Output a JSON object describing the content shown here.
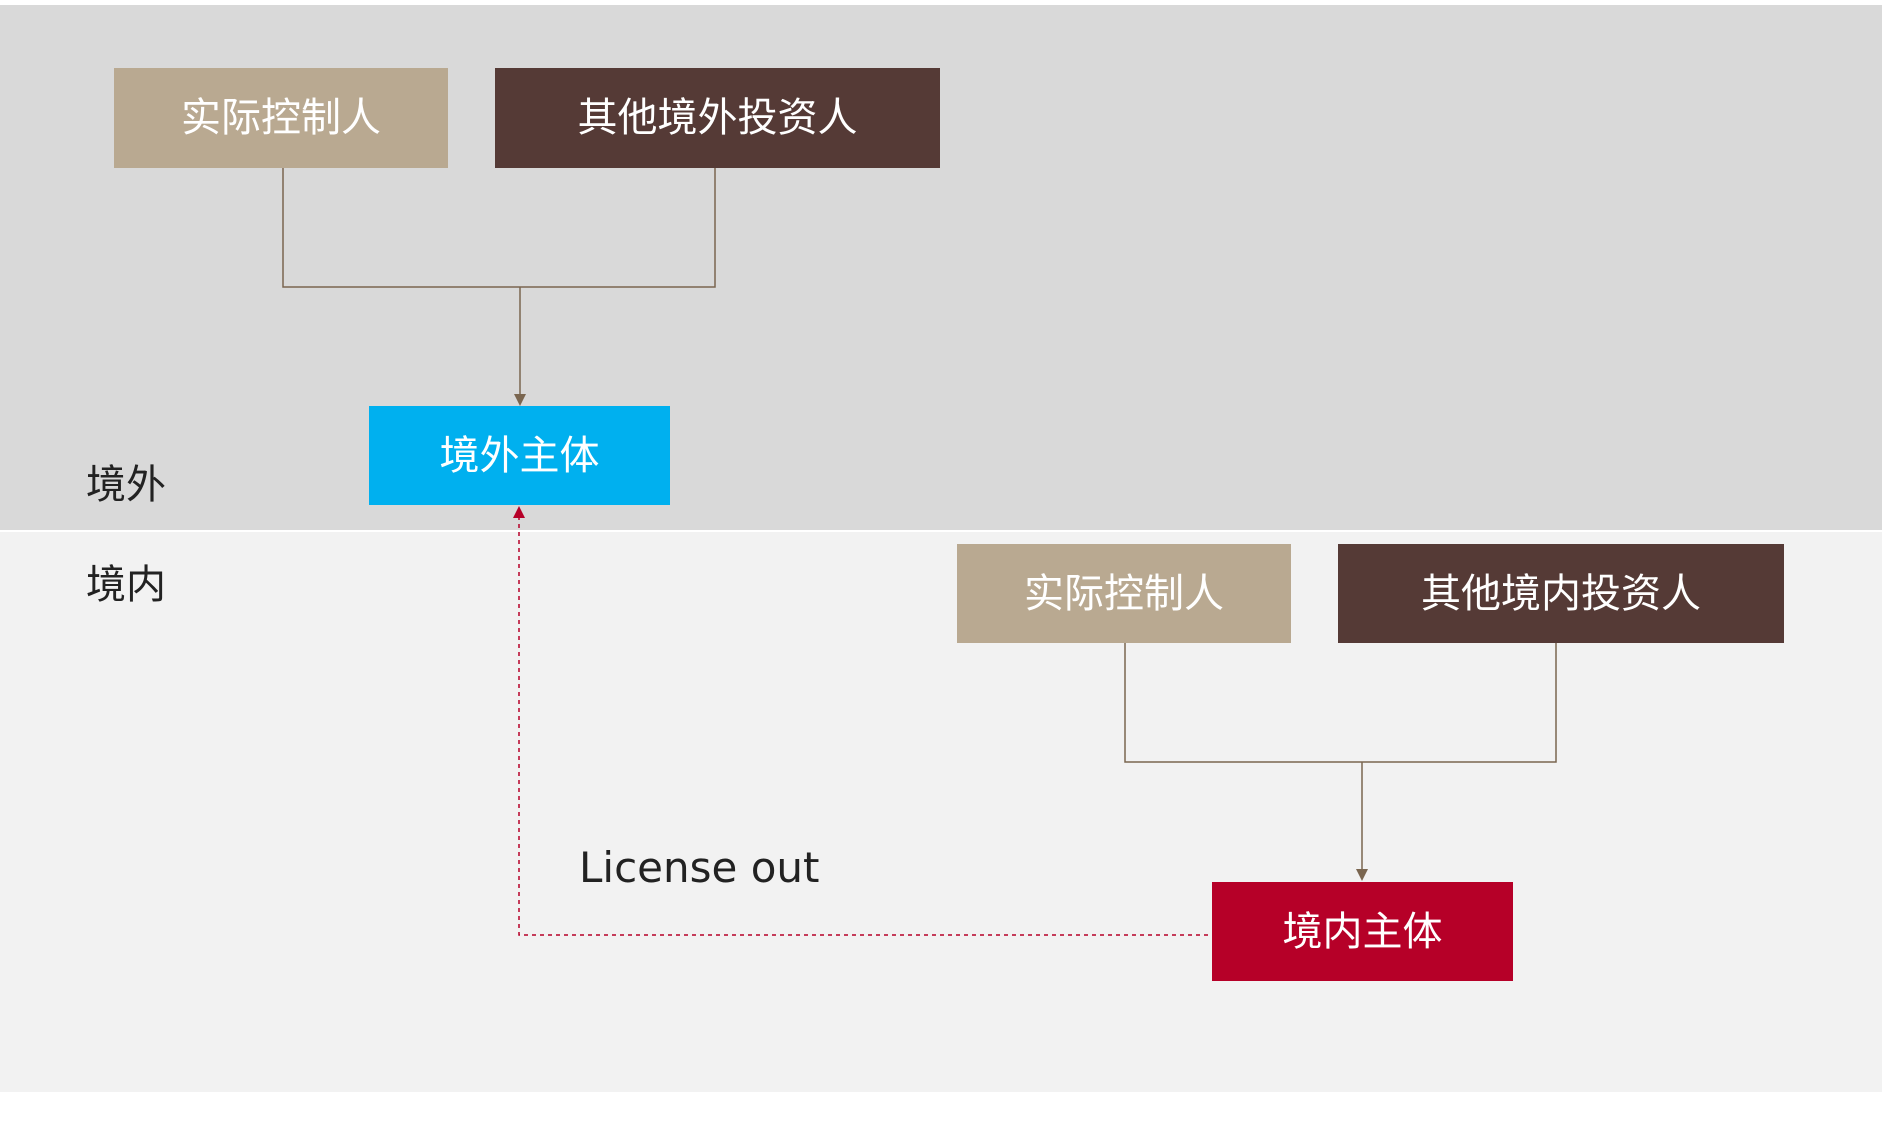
{
  "zones": {
    "offshore_label": "境外",
    "onshore_label": "境内"
  },
  "offshore": {
    "controller": "实际控制人",
    "other_investors": "其他境外投资人",
    "entity": "境外主体"
  },
  "onshore": {
    "controller": "实际控制人",
    "other_investors": "其他境内投资人",
    "entity": "境内主体"
  },
  "license_label": "License out",
  "colors": {
    "controller_box": "#b9a991",
    "investor_box": "#553a36",
    "offshore_entity": "#00b0ef",
    "onshore_entity": "#b60028",
    "solid_connector": "#7a6650",
    "dashed_connector": "#b60028",
    "zone_top": "#d9d9d9",
    "zone_bottom": "#f2f2f2"
  }
}
